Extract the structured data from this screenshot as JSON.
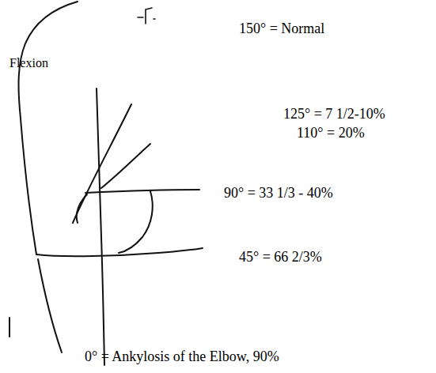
{
  "diagram": {
    "labels": [
      "150° = Normal",
      "Flexion",
      "125° = 7 1/2-10%",
      "110° = 20%",
      "90° = 33 1/3 - 40%",
      "45° = 66 2/3%",
      "0° = Ankylosis of the Elbow, 90%"
    ]
  }
}
